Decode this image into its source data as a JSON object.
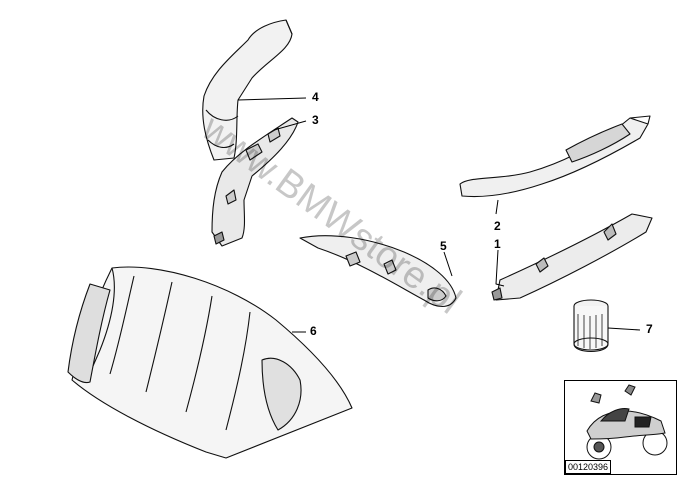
{
  "callouts": {
    "c1": "1",
    "c2": "2",
    "c3": "3",
    "c4": "4",
    "c5": "5",
    "c6": "6",
    "c7": "7"
  },
  "watermark": "www.BMWstore.pl",
  "thumbnail": {
    "code": "00120396"
  }
}
